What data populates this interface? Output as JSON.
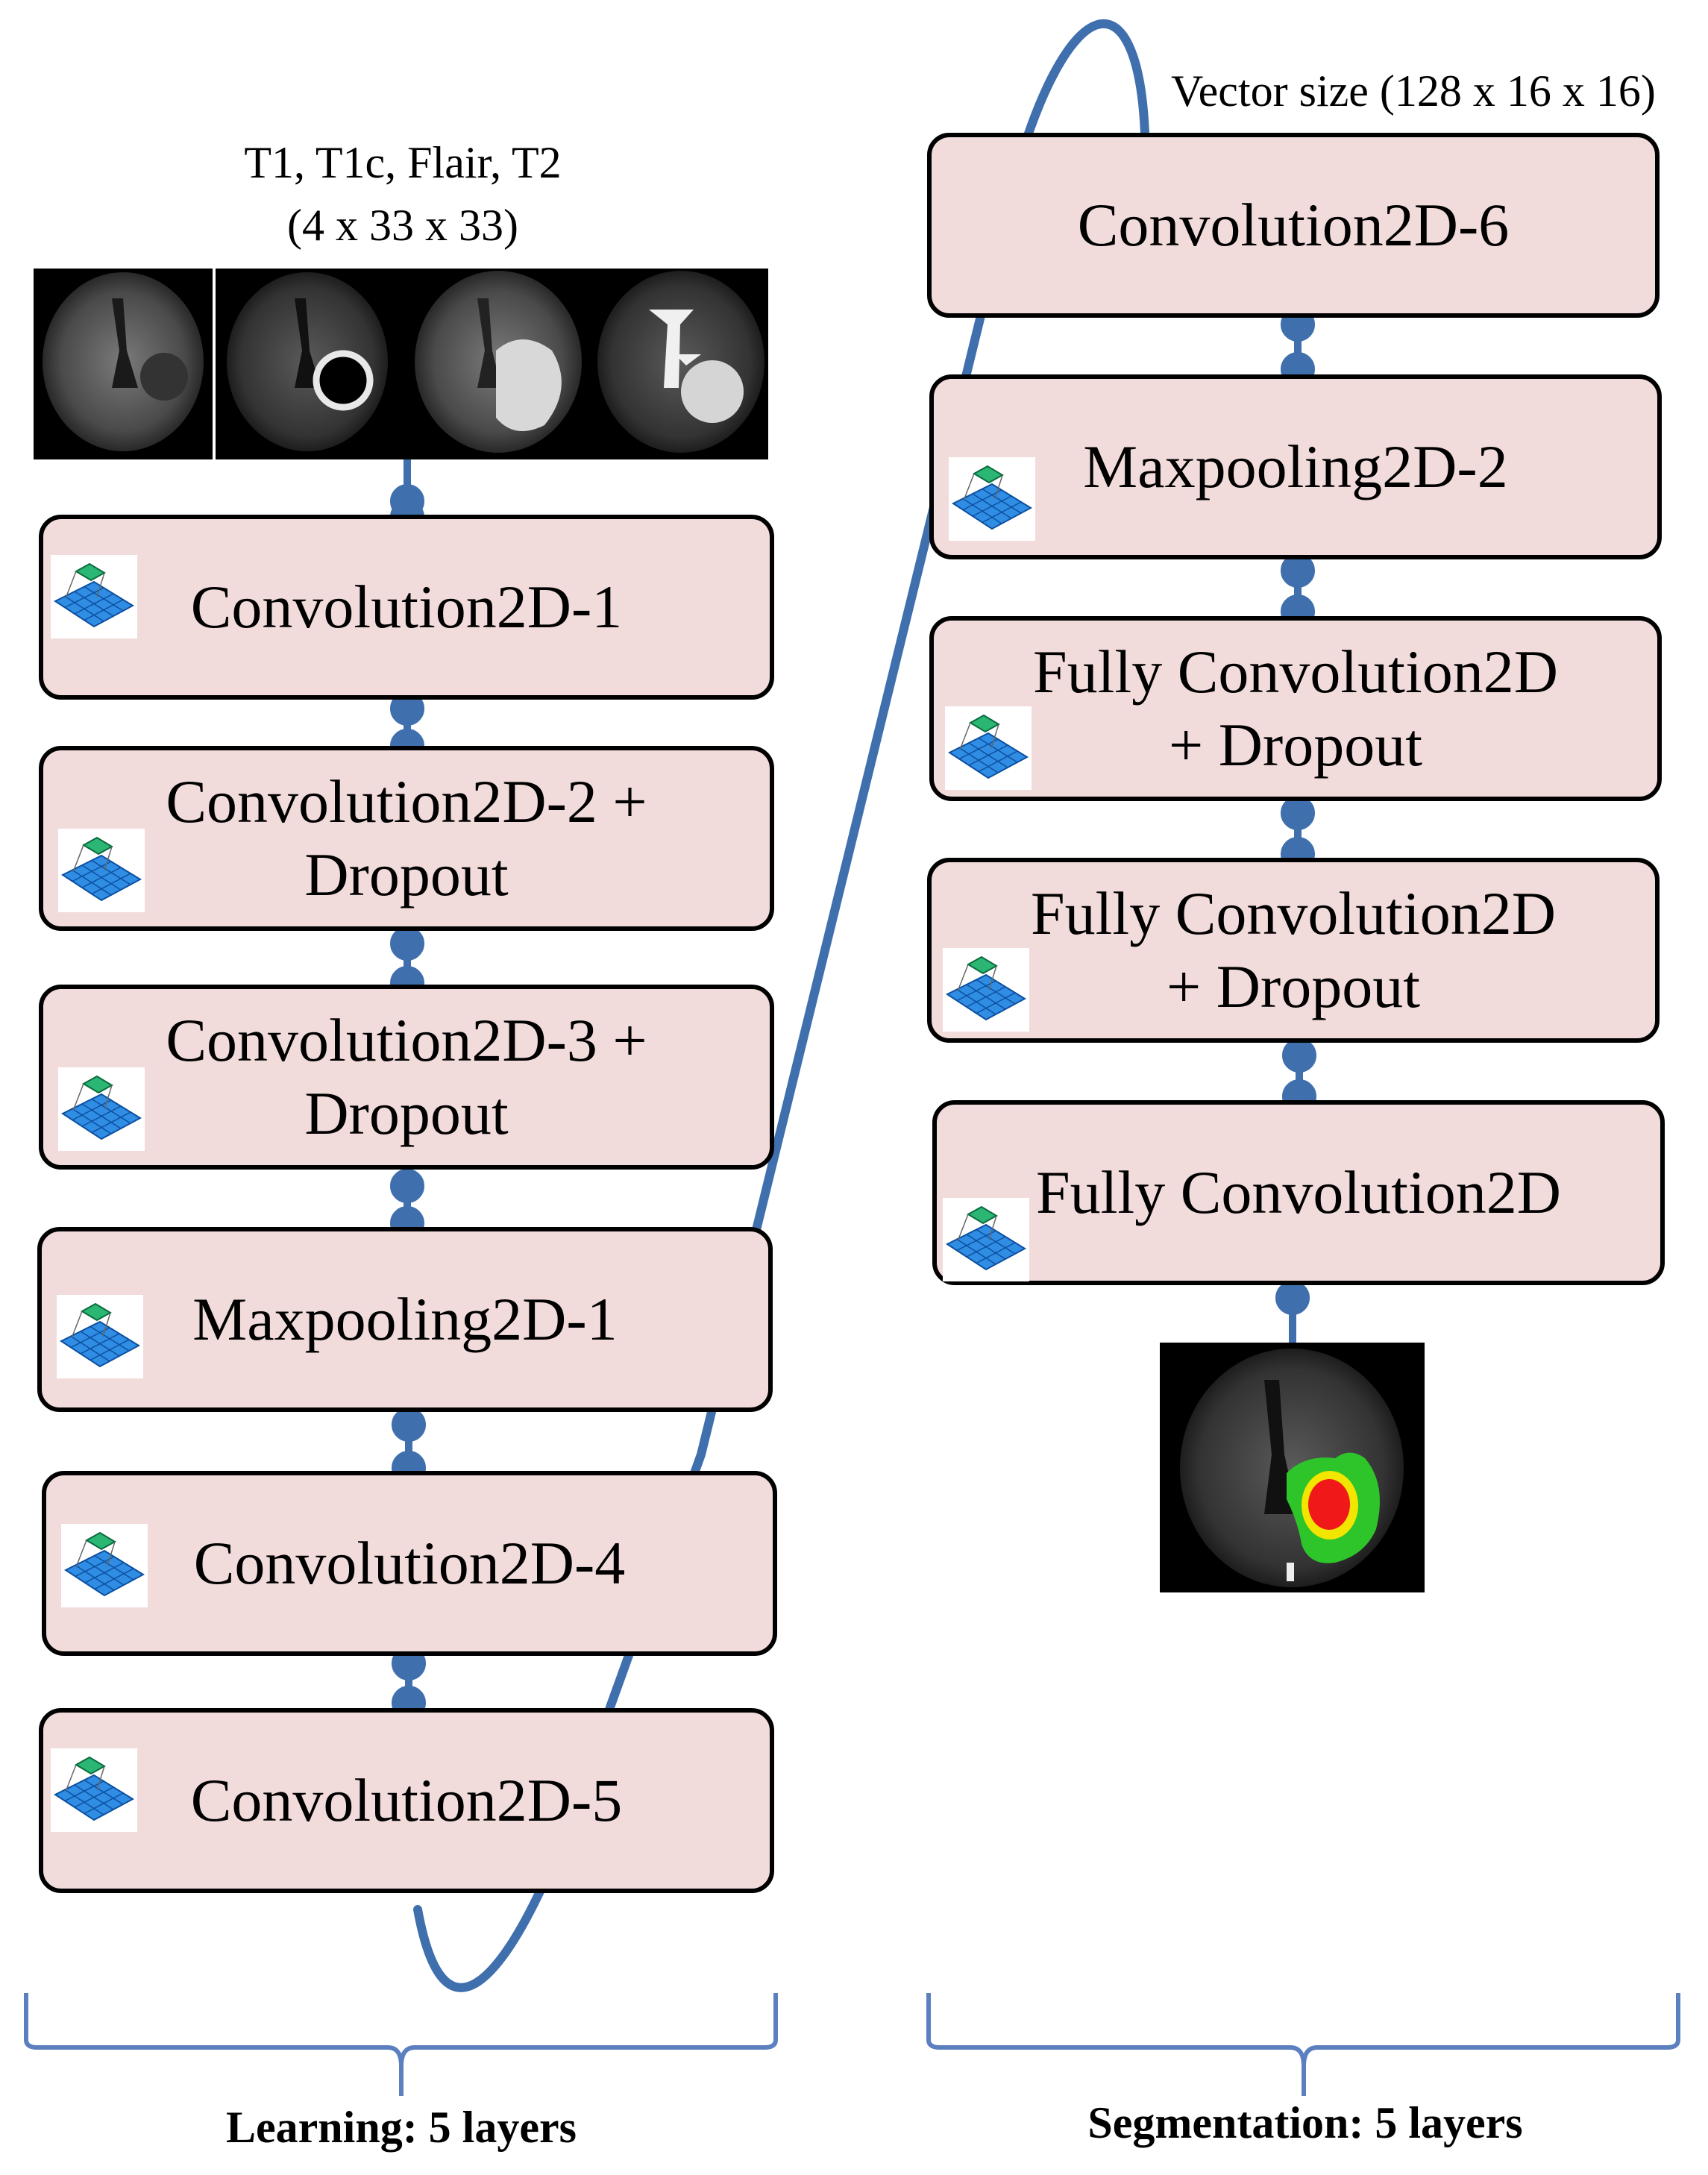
{
  "input": {
    "modalities": "T1,  T1c,  Flair, T2",
    "shape": "(4 x 33 x 33)"
  },
  "vector_label": "Vector size (128 x 16 x 16)",
  "learning_layers": [
    {
      "label": "Convolution2D-1"
    },
    {
      "label": "Convolution2D-2 +\nDropout"
    },
    {
      "label": "Convolution2D-3 +\nDropout"
    },
    {
      "label": "Maxpooling2D-1"
    },
    {
      "label": "Convolution2D-4"
    },
    {
      "label": "Convolution2D-5"
    }
  ],
  "segmentation_layers": [
    {
      "label": "Convolution2D-6"
    },
    {
      "label": "Maxpooling2D-2"
    },
    {
      "label": "Fully Convolution2D\n+ Dropout"
    },
    {
      "label": "Fully Convolution2D\n+ Dropout"
    },
    {
      "label": "Fully Convolution2D"
    }
  ],
  "sections": {
    "learning": "Learning: 5 layers",
    "segmentation": "Segmentation: 5 layers"
  },
  "colors": {
    "box_fill": "#f2dcdb",
    "connector": "#3f6fad",
    "brace": "#5b7fbf",
    "tumor_edema": "#2ec52a",
    "tumor_enhancing": "#f2e600",
    "tumor_core": "#f01818"
  }
}
